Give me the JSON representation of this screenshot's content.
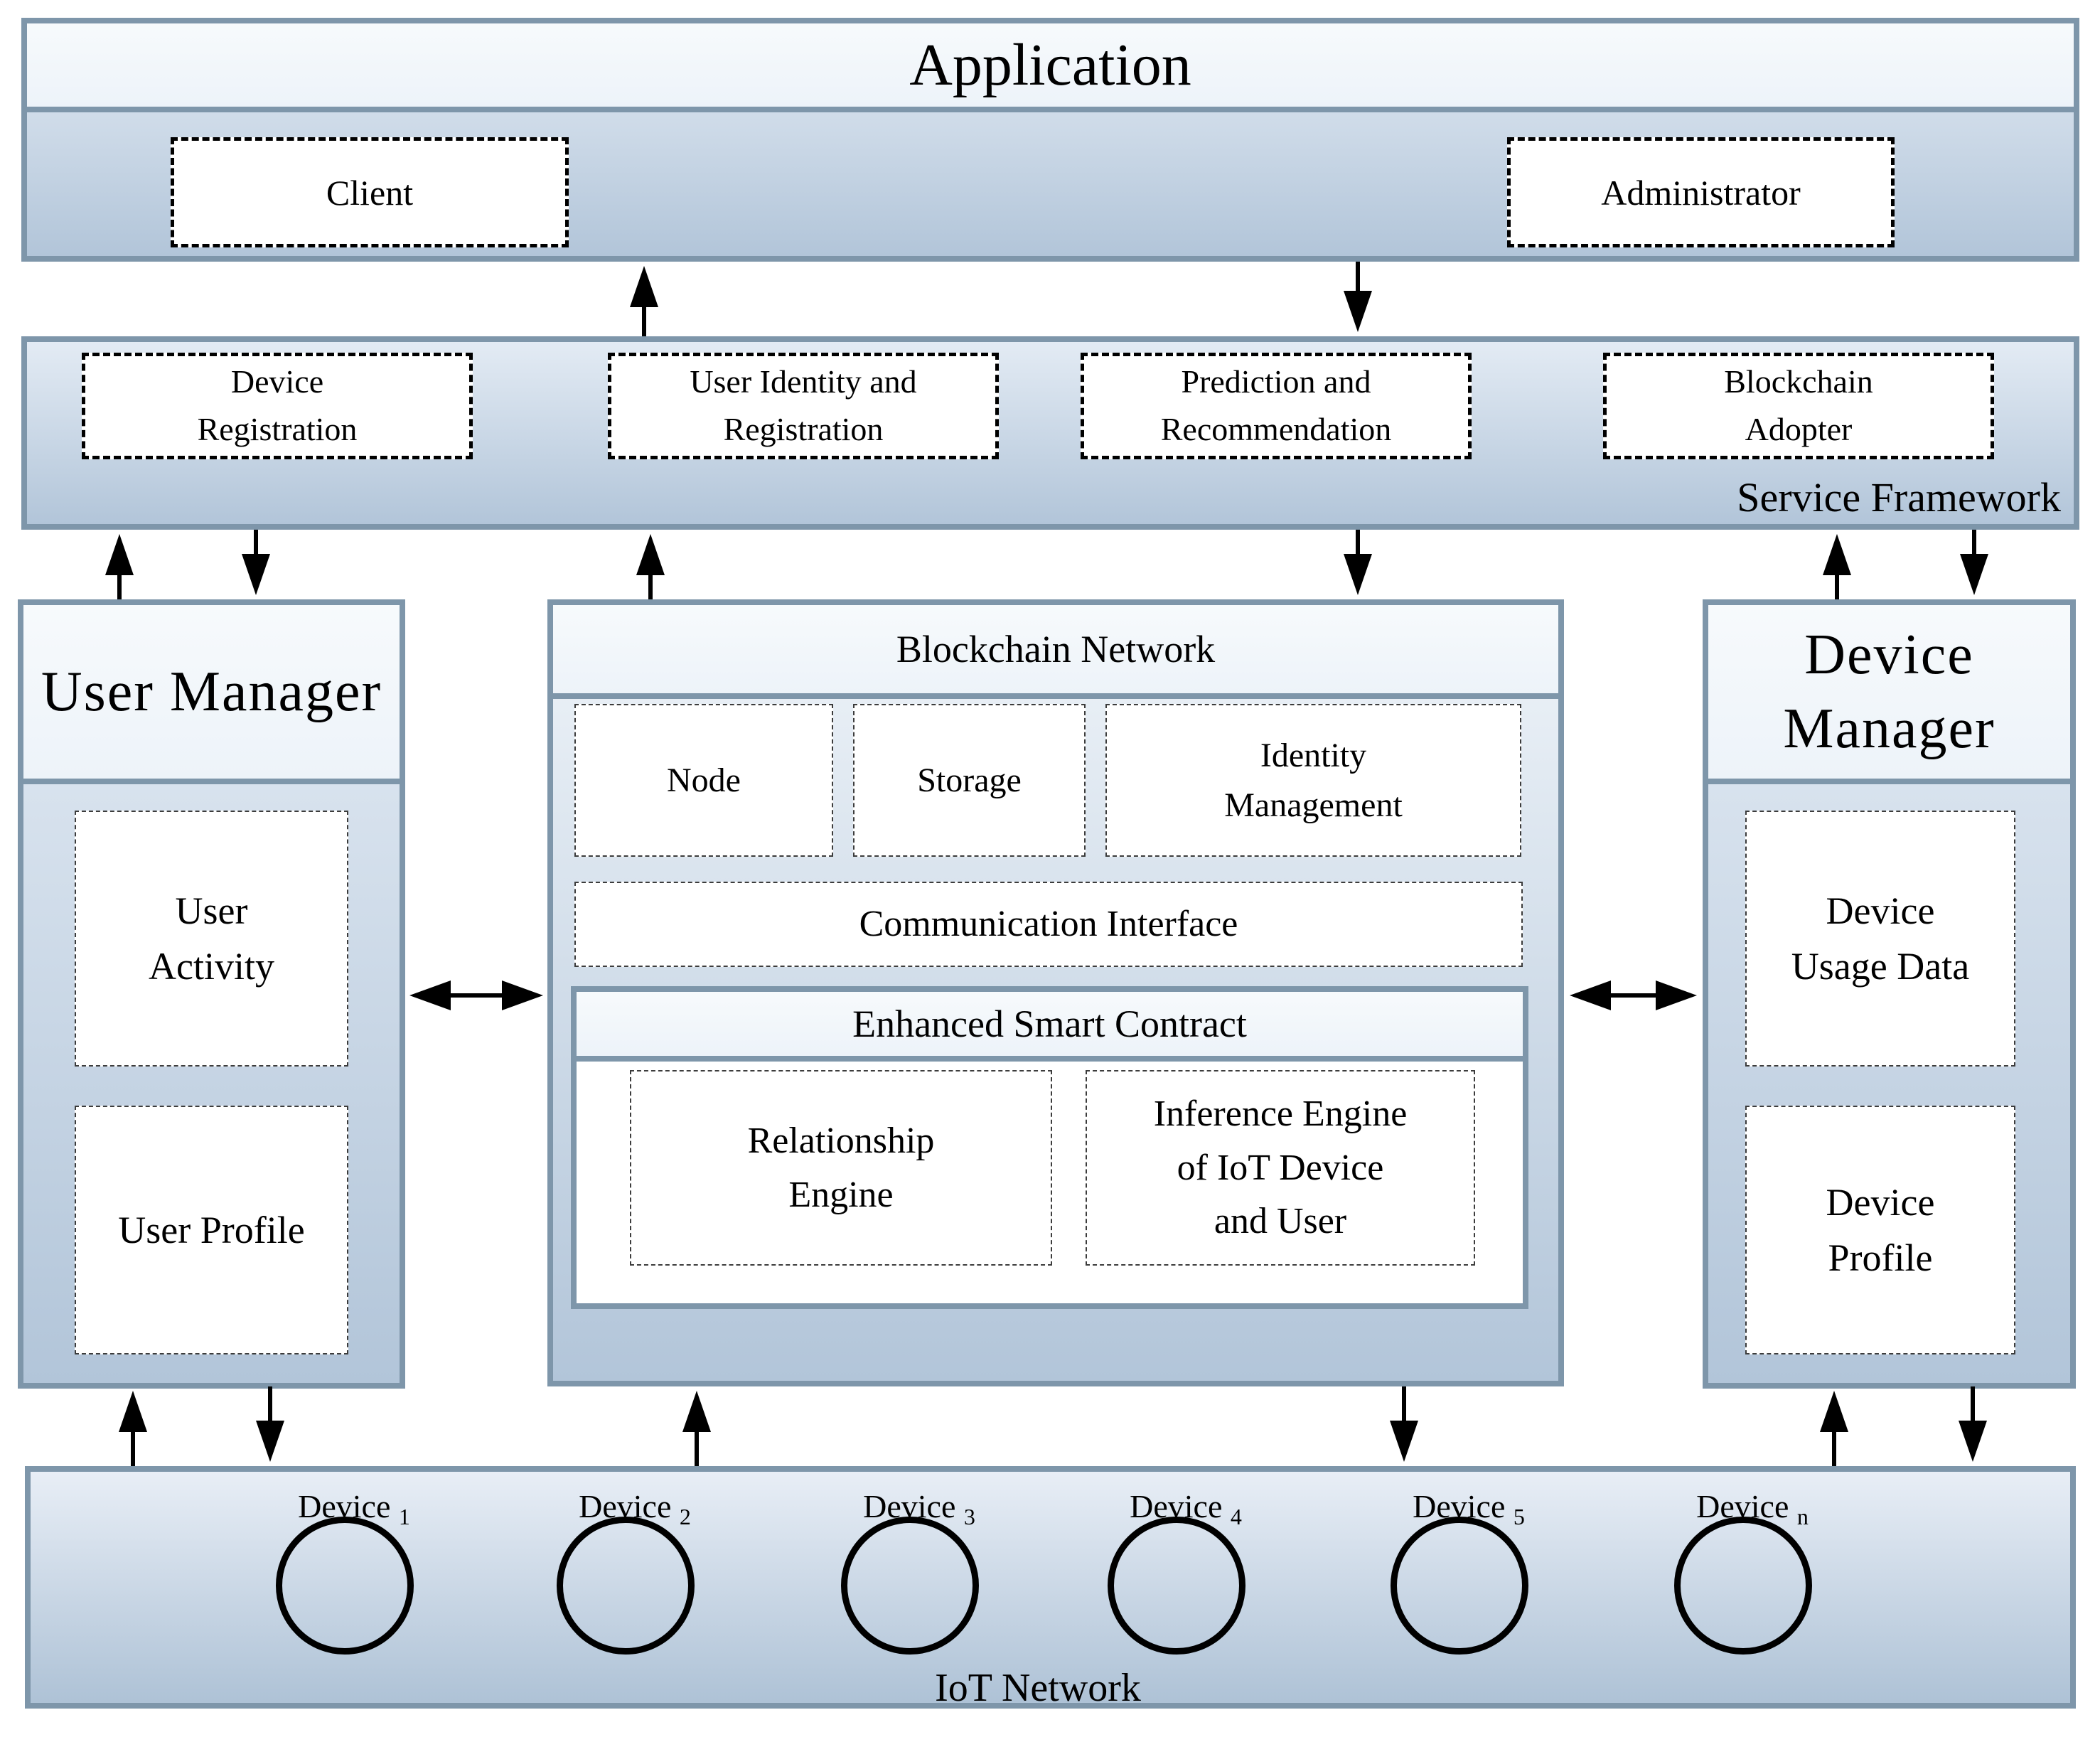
{
  "application": {
    "title": "Application",
    "actors": [
      {
        "label": "Client"
      },
      {
        "label": "Administrator"
      }
    ]
  },
  "service_framework": {
    "label": "Service Framework",
    "modules": [
      {
        "label": "Device\nRegistration"
      },
      {
        "label": "User Identity and\nRegistration"
      },
      {
        "label": "Prediction and\nRecommendation"
      },
      {
        "label": "Blockchain\nAdopter"
      }
    ]
  },
  "user_manager": {
    "title": "User Manager",
    "components": [
      {
        "label": "User\nActivity"
      },
      {
        "label": "User Profile"
      }
    ]
  },
  "blockchain_network": {
    "title": "Blockchain Network",
    "components": [
      {
        "label": "Node"
      },
      {
        "label": "Storage"
      },
      {
        "label": "Identity\nManagement"
      },
      {
        "label": "Communication Interface"
      }
    ],
    "smart_contract": {
      "title": "Enhanced Smart Contract",
      "engines": [
        {
          "label": "Relationship\nEngine"
        },
        {
          "label": "Inference Engine\nof IoT Device\nand User"
        }
      ]
    }
  },
  "device_manager": {
    "title": "Device\nManager",
    "components": [
      {
        "label": "Device\nUsage Data"
      },
      {
        "label": "Device\nProfile"
      }
    ]
  },
  "iot_network": {
    "label": "IoT Network",
    "devices": [
      {
        "name": "Device",
        "sub": "1"
      },
      {
        "name": "Device",
        "sub": "2"
      },
      {
        "name": "Device",
        "sub": "3"
      },
      {
        "name": "Device",
        "sub": "4"
      },
      {
        "name": "Device",
        "sub": "5"
      },
      {
        "name": "Device",
        "sub": "n"
      }
    ]
  },
  "colors": {
    "frame_border": "#7e96aa",
    "header_fill": "#f2f6fa",
    "body_gradient_top": "#e3ebf4",
    "body_gradient_bottom": "#b2c5d9",
    "dashed_box_fill": "#ffffff",
    "dashed_border": "#000000",
    "arrow": "#000000"
  }
}
